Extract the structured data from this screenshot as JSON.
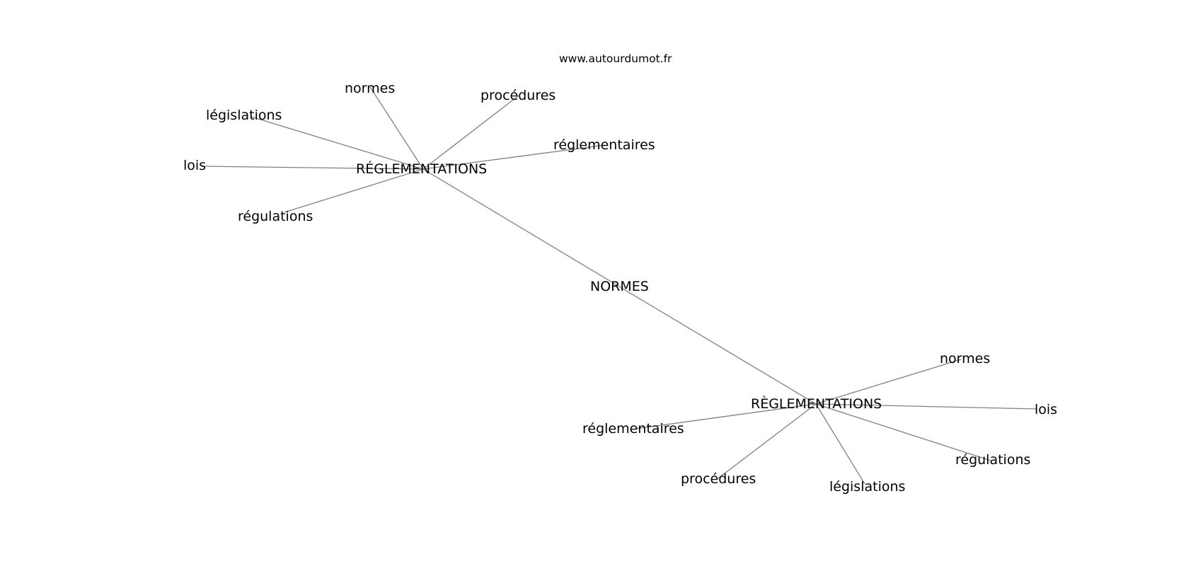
{
  "site_url": "www.autourdumot.fr",
  "graph": {
    "center": {
      "id": "normes_center",
      "label": "NORMES"
    },
    "hubs": [
      {
        "id": "hub_top",
        "label": "RÉGLEMENTATIONS"
      },
      {
        "id": "hub_bottom",
        "label": "RÈGLEMENTATIONS"
      }
    ],
    "leaves": [
      {
        "id": "t_legislations",
        "label": "législations",
        "hub": "hub_top"
      },
      {
        "id": "t_normes",
        "label": "normes",
        "hub": "hub_top"
      },
      {
        "id": "t_procedures",
        "label": "procédures",
        "hub": "hub_top"
      },
      {
        "id": "t_reglementaires",
        "label": "réglementaires",
        "hub": "hub_top"
      },
      {
        "id": "t_lois",
        "label": "lois",
        "hub": "hub_top"
      },
      {
        "id": "t_regulations",
        "label": "régulations",
        "hub": "hub_top"
      },
      {
        "id": "b_normes",
        "label": "normes",
        "hub": "hub_bottom"
      },
      {
        "id": "b_lois",
        "label": "lois",
        "hub": "hub_bottom"
      },
      {
        "id": "b_reglementaires",
        "label": "réglementaires",
        "hub": "hub_bottom"
      },
      {
        "id": "b_regulations",
        "label": "régulations",
        "hub": "hub_bottom"
      },
      {
        "id": "b_procedures",
        "label": "procédures",
        "hub": "hub_bottom"
      },
      {
        "id": "b_legislations",
        "label": "législations",
        "hub": "hub_bottom"
      }
    ]
  },
  "colors": {
    "edge": "#808080",
    "text": "#000000",
    "background": "#ffffff"
  }
}
